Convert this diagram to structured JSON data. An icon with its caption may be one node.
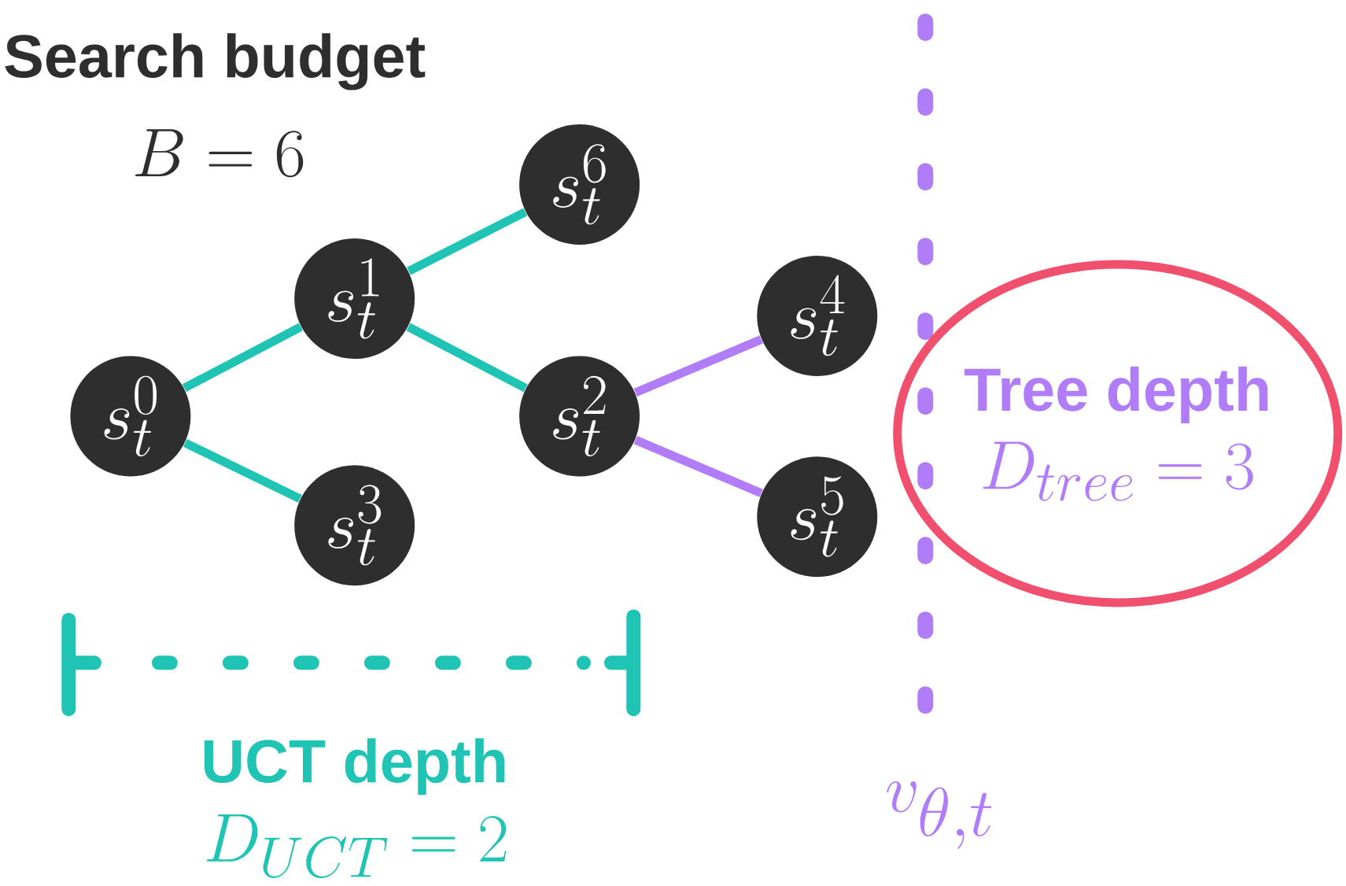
{
  "diagram": {
    "nodes": [
      {
        "text": [
          "s_t^{0}"
        ]
      },
      {
        "text": [
          "s_t^{1}"
        ]
      },
      {
        "text": [
          "s_t^{2}"
        ]
      },
      {
        "text": [
          "s_t^{3}"
        ]
      },
      {
        "text": [
          "s_t^{4}"
        ]
      },
      {
        "text": [
          "s_t^{5}"
        ]
      },
      {
        "text": [
          "s_t^{6}"
        ]
      },
      {
        "text": [
          "Tree depth",
          "D_{tree} = 3"
        ]
      }
    ],
    "edges": [
      {
        "from": 0,
        "to": 1,
        "arrow": "none"
      },
      {
        "from": 0,
        "to": 3,
        "arrow": "none"
      },
      {
        "from": 1,
        "to": 6,
        "arrow": "none"
      },
      {
        "from": 1,
        "to": 2,
        "arrow": "none"
      },
      {
        "from": 2,
        "to": 4,
        "arrow": "none",
        "color": "#b07cf7"
      },
      {
        "from": 2,
        "to": 5,
        "arrow": "none",
        "color": "#b07cf7"
      }
    ],
    "labels": [
      "Search budget",
      "B = 6",
      "UCT depth",
      "D_{UCT} = 2",
      "v_{\\theta,t}"
    ]
  }
}
